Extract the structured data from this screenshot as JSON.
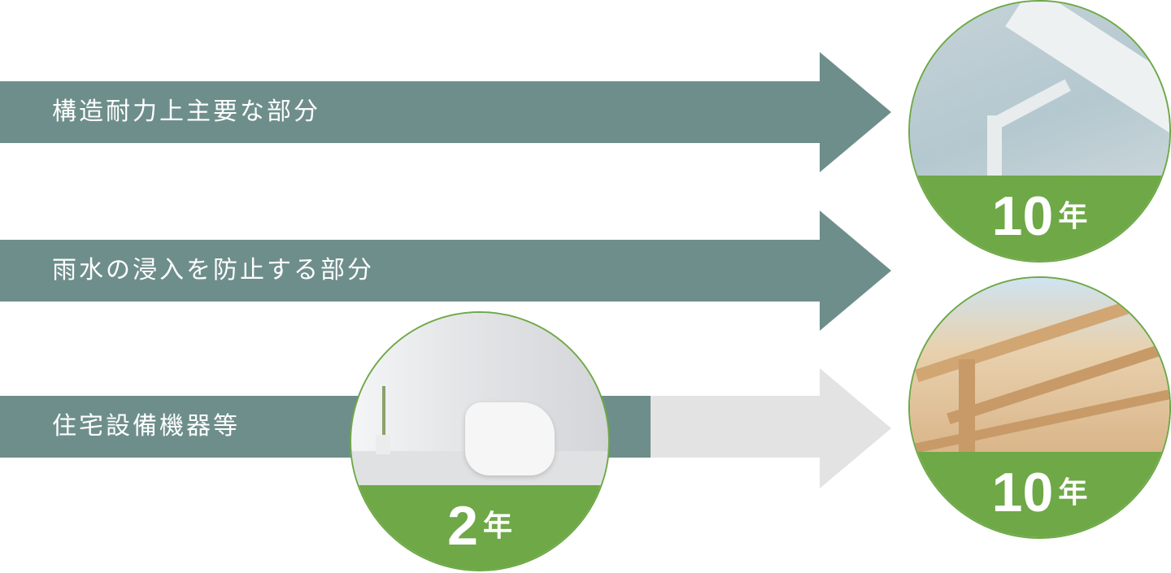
{
  "rows": [
    {
      "label": "構造耐力上主要な部分"
    },
    {
      "label": "雨水の浸入を防止する部分"
    },
    {
      "label": "住宅設備機器等"
    }
  ],
  "badges": [
    {
      "number": "10",
      "unit": "年",
      "image": "rain-gutter-photo"
    },
    {
      "number": "10",
      "unit": "年",
      "image": "wooden-frame-photo"
    },
    {
      "number": "2",
      "unit": "年",
      "image": "toilet-photo"
    }
  ],
  "colors": {
    "teal": "#6e8e8b",
    "green": "#6ea847",
    "gray": "#e3e3e3"
  }
}
